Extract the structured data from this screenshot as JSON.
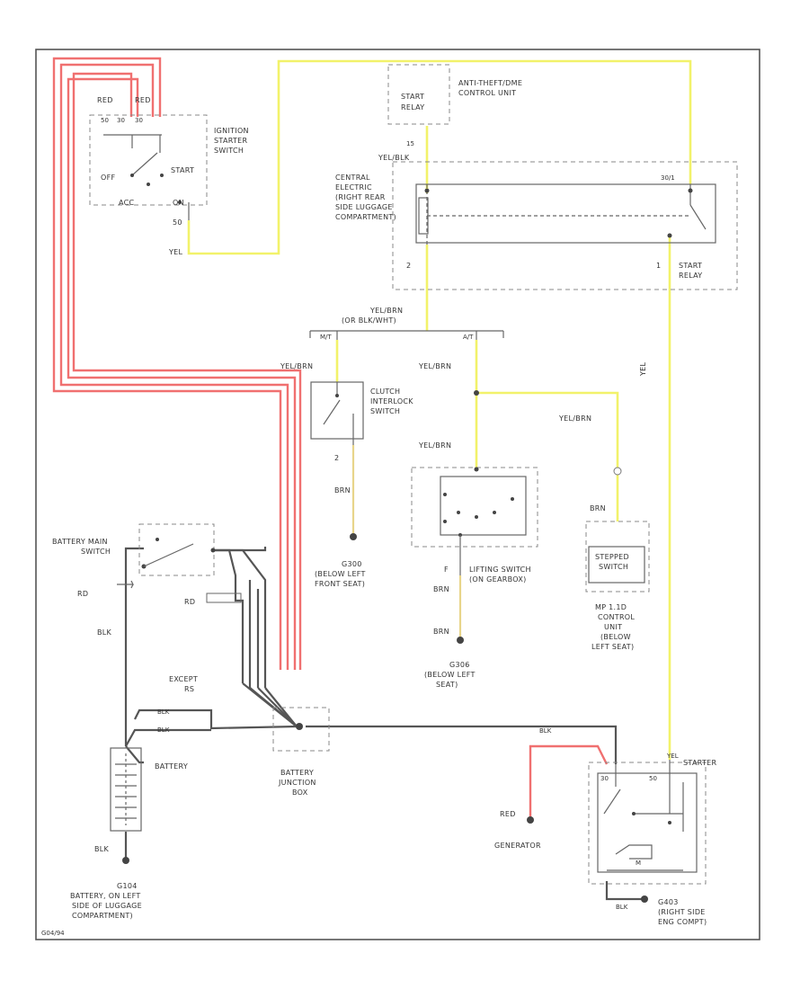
{
  "labels": {
    "red1": "RED",
    "red2": "RED",
    "t50_a": "50",
    "t30_a": "30",
    "t30b": "30",
    "ign_switch": [
      "IGNITION",
      "STARTER",
      "SWITCH"
    ],
    "off": "OFF",
    "start": "START",
    "acc": "ACC",
    "on": "ON",
    "t50_b": "50",
    "yel_ign": "YEL",
    "start_relay_top": [
      "START",
      "RELAY"
    ],
    "anti_theft": [
      "ANTI-THEFT/DME",
      "CONTROL UNIT"
    ],
    "t15": "15",
    "yel_blk": "YEL/BLK",
    "central": [
      "CENTRAL",
      "ELECTRIC",
      "(RIGHT REAR",
      "SIDE LUGGAGE",
      "COMPARTMENT)"
    ],
    "t30_relay": "30/1",
    "pin2": "2",
    "pin1": "1",
    "start_relay": [
      "START",
      "RELAY"
    ],
    "yel_right": "YEL",
    "yel_brn_or_blk": [
      "YEL/BRN",
      "(OR BLK/WHT)"
    ],
    "mt": "M/T",
    "at": "A/T",
    "yel_brn1": "YEL/BRN",
    "yel_brn2": "YEL/BRN",
    "yel_brn3": "YEL/BRN",
    "yel_brn4": "YEL/BRN",
    "clutch": [
      "CLUTCH",
      "INTERLOCK",
      "SWITCH"
    ],
    "pin_2b": "2",
    "brn1": "BRN",
    "g300": [
      "G300",
      "(BELOW LEFT",
      "FRONT SEAT)"
    ],
    "brn2": "BRN",
    "brn3": "BRN",
    "brn4": "BRN",
    "lifting": [
      "LIFTING SWITCH",
      "(ON GEARBOX)"
    ],
    "pin_f": "F",
    "g306": [
      "G306",
      "(BELOW LEFT",
      "SEAT)"
    ],
    "stepped": [
      "STEPPED",
      "SWITCH"
    ],
    "mp_unit": [
      "MP 1.1D",
      "CONTROL",
      "UNIT",
      "(BELOW",
      "LEFT SEAT)"
    ],
    "battery_main": [
      "BATTERY MAIN",
      "SWITCH"
    ],
    "rd1": "RD",
    "rd2": "RD",
    "blk_vert": "BLK",
    "except": [
      "EXCEPT",
      "RS"
    ],
    "blk1": "BLK",
    "blk2": "BLK",
    "battery": "BATTERY",
    "blk_bottom": "BLK",
    "g104": [
      "G104",
      "BATTERY, ON LEFT",
      "SIDE OF LUGGAGE",
      "COMPARTMENT)"
    ],
    "junction": [
      "BATTERY",
      "JUNCTION",
      "BOX"
    ],
    "blk_starter": "BLK",
    "yel_starter": "YEL",
    "starter": "STARTER",
    "t30_st": "30",
    "t50_st": "50",
    "red_gen": "RED",
    "generator": "GENERATOR",
    "m": "M",
    "blk_g403": "BLK",
    "g403": [
      "G403",
      "(RIGHT SIDE",
      "ENG COMPT)"
    ],
    "figure_code": "G04/94"
  },
  "colors": {
    "red_wire": "#f07070",
    "yellow_wire": "#f2f26a",
    "yellow_brown_wire": "#e8d58a",
    "black_wire": "#555555"
  }
}
